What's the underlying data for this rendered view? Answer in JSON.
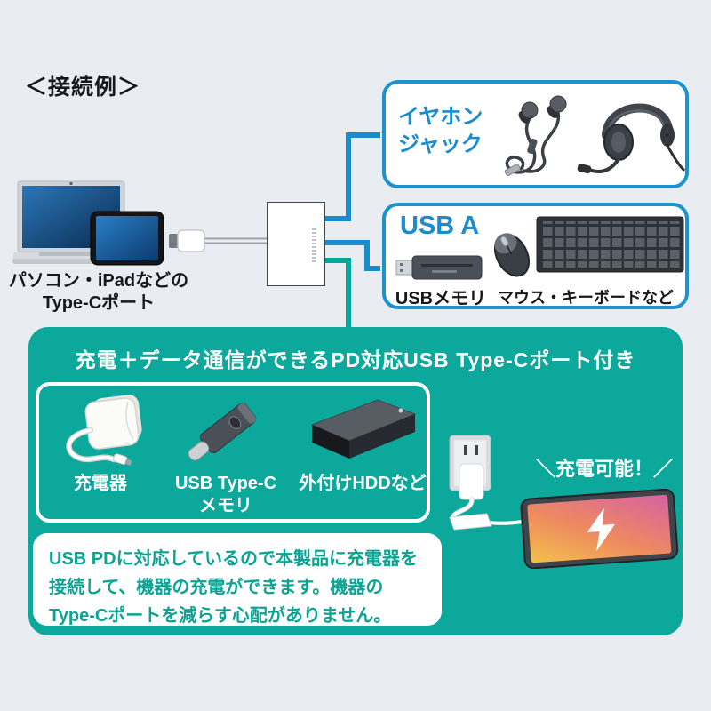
{
  "title": "＜接続例＞",
  "source_device": {
    "label_line1": "パソコン・iPadなどの",
    "label_line2": "Type-Cポート"
  },
  "earphone_box": {
    "label_line1": "イヤホン",
    "label_line2": "ジャック"
  },
  "usb_a_box": {
    "title": "USB A",
    "memory_label": "USBメモリ",
    "mouse_keyboard_label": "マウス・キーボードなど"
  },
  "pd_panel": {
    "heading": "充電＋データ通信ができるPD対応USB Type-Cポート付き",
    "charger_label": "充電器",
    "typec_memory_label_line1": "USB Type-C",
    "typec_memory_label_line2": "メモリ",
    "hdd_label": "外付けHDDなど",
    "charge_callout": "＼充電可能！／",
    "note_line1": "USB PDに対応しているので本製品に充電器を",
    "note_line2": "接続して、機器の充電ができます。機器の",
    "note_line3": "Type-Cポートを減らす心配がありません。"
  },
  "icons": {
    "devices": "laptop-and-ipad-illustration",
    "earphones": "earphones-and-headset-illustration",
    "usb_memory": "usb-memory-stick-illustration",
    "mouse_keyboard": "mouse-and-keyboard-illustration",
    "charger": "white-charger-illustration",
    "typec_memory": "usb-type-c-memory-illustration",
    "hdd": "external-hdd-illustration",
    "outlet": "wall-outlet-charger-illustration",
    "tablet": "charging-tablet-illustration",
    "bolt": "lightning-bolt-icon"
  },
  "colors": {
    "background": "#e9edf1",
    "accent_blue": "#1b8ccd",
    "connector_blue": "#1b8ccb",
    "teal": "#0ca89b",
    "connector_teal": "#00a79b",
    "note_text": "#0ca393",
    "text_dark": "#17191c"
  }
}
